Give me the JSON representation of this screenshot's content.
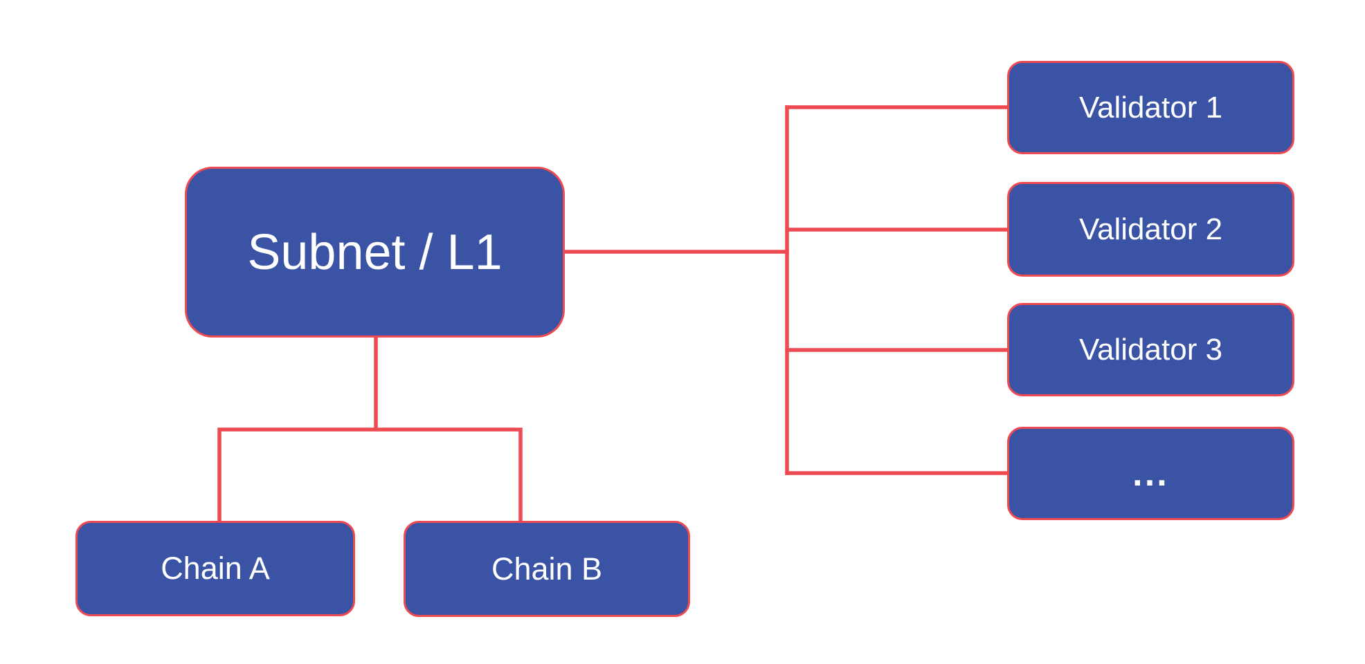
{
  "diagram": {
    "title": "Subnet / L1 topology diagram",
    "colors": {
      "node_fill": "#3b53a5",
      "line_and_border": "#ee4a52",
      "text": "#ffffff",
      "background": "#ffffff"
    },
    "nodes": {
      "subnet": {
        "label": "Subnet / L1"
      },
      "chain_a": {
        "label": "Chain A"
      },
      "chain_b": {
        "label": "Chain B"
      },
      "validators": [
        {
          "label": "Validator 1"
        },
        {
          "label": "Validator 2"
        },
        {
          "label": "Validator 3"
        },
        {
          "label": "..."
        }
      ]
    },
    "edges": [
      "subnet - validator-trunk",
      "trunk - validator-1",
      "trunk - validator-2",
      "trunk - validator-3",
      "trunk - validator-more",
      "subnet - chain-a",
      "subnet - chain-b"
    ]
  }
}
